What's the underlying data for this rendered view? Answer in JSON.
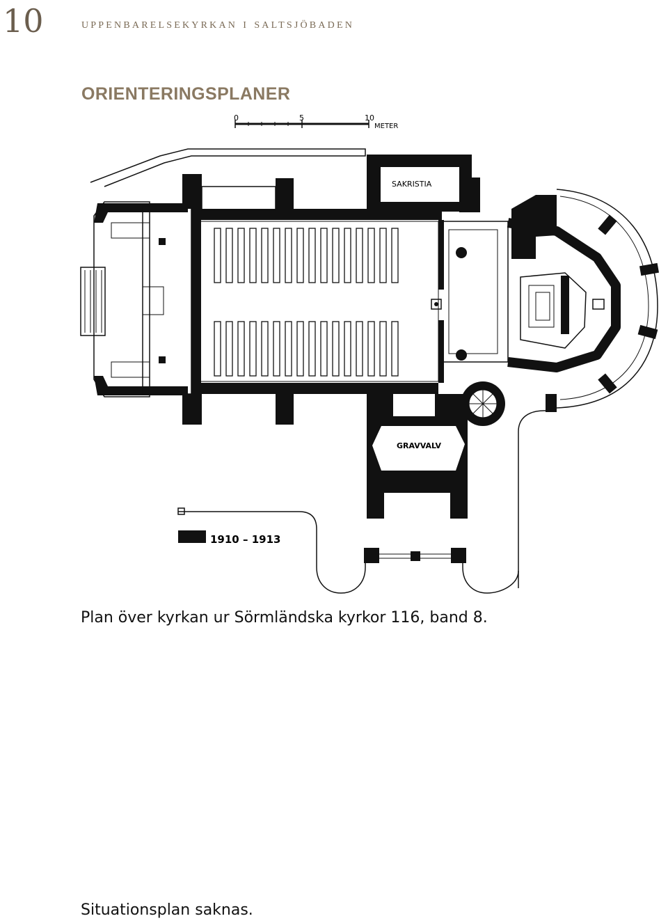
{
  "header": {
    "page_number": "10",
    "running_head": "UPPENBARELSEKYRKAN I SALTSJÖBADEN"
  },
  "section": {
    "title": "ORIENTERINGSPLANER"
  },
  "plan": {
    "scale": {
      "zero": "0",
      "five": "5",
      "ten": "10",
      "unit": "METER"
    },
    "room_sakristia": "SAKRISTIA",
    "room_gravvalv": "GRAVVALV",
    "legend_years": "1910 – 1913"
  },
  "caption": "Plan över kyrkan ur Sörmländska kyrkor 116, band 8.",
  "footnote": "Situationsplan saknas."
}
